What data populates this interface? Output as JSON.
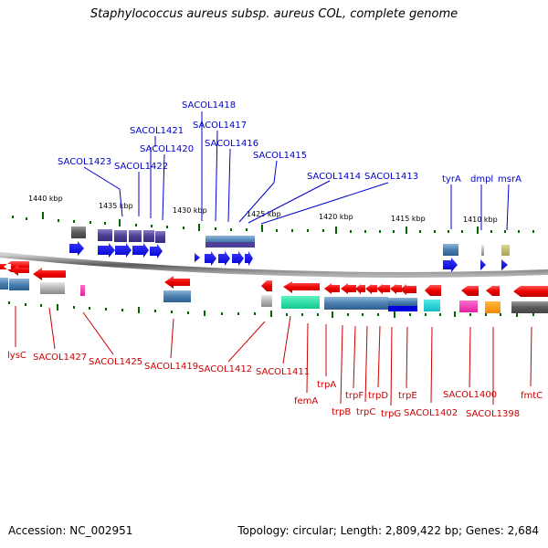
{
  "title": "Staphylococcus aureus subsp. aureus COL, complete genome",
  "accession": "Accession: NC_002951",
  "topology": "Topology: circular; Length: 2,809,422 bp; Genes: 2,684",
  "colors": {
    "upper_label": "#0000cc",
    "lower_label": "#cc0000",
    "tick": "#006600",
    "forward_arrow": "#0000ee",
    "reverse_arrow": "#ee0000"
  },
  "kbp_labels": [
    "1440 kbp",
    "1435 kbp",
    "1430 kbp",
    "1425 kbp",
    "1420 kbp",
    "1415 kbp",
    "1410 kbp"
  ],
  "upper_genes": [
    "SACOL1418",
    "SACOL1417",
    "SACOL1421",
    "SACOL1416",
    "SACOL1420",
    "SACOL1423",
    "SACOL1422",
    "SACOL1415",
    "SACOL1414",
    "SACOL1413",
    "tyrA",
    "dmpl",
    "msrA"
  ],
  "lower_genes": [
    "lysC",
    "SACOL1427",
    "SACOL1425",
    "SACOL1419",
    "SACOL1412",
    "SACOL1411",
    "femA",
    "trpA",
    "trpB",
    "trpF",
    "trpC",
    "trpD",
    "trpG",
    "trpE",
    "SACOL1402",
    "SACOL1400",
    "SACOL1398",
    "fmtC"
  ]
}
